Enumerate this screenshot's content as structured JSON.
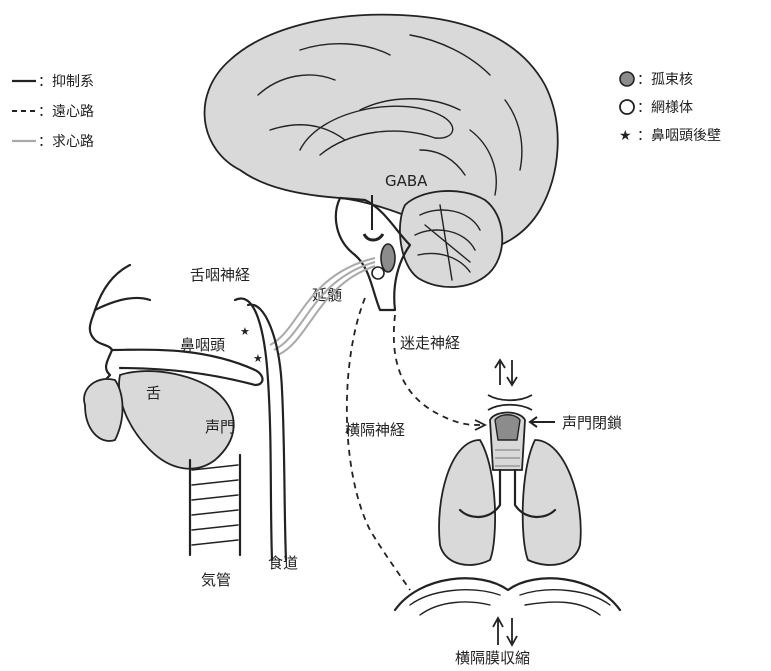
{
  "legend_left": {
    "inhibitory": "：抑制系",
    "efferent": "：遠心路",
    "afferent": "：求心路"
  },
  "legend_right": {
    "nts": "：孤束核",
    "reticular": "：網様体",
    "pharynx_wall": "：鼻咽頭後壁"
  },
  "labels": {
    "gaba": "GABA",
    "medulla": "延髄",
    "glossopharyngeal": "舌咽神経",
    "nasopharynx": "鼻咽頭",
    "tongue": "舌",
    "glottis": "声門",
    "trachea": "気管",
    "esophagus": "食道",
    "vagus": "迷走神経",
    "phrenic": "横隔神経",
    "glottic_closure": "声門閉鎖",
    "diaphragm_contraction": "横隔膜収縮"
  },
  "colors": {
    "line": "#222222",
    "afferent": "#aaaaaa",
    "fill_gray": "#d9d9d9",
    "nts_fill": "#8c8c8c"
  }
}
